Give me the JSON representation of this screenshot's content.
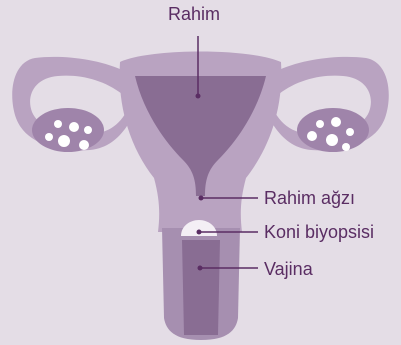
{
  "labels": {
    "uterus": "Rahim",
    "cervix": "Rahim ağzı",
    "cone_biopsy": "Koni biyopsisi",
    "vagina": "Vajina"
  },
  "colors": {
    "background": "#e4dde6",
    "light_tissue": "#b9a3c1",
    "mid_tissue": "#9f84aa",
    "dark_tissue": "#896d93",
    "follicle": "#ffffff",
    "cone_marker": "#f4eff5",
    "leader_line": "#5a2d63",
    "label_text": "#5a2d63"
  }
}
